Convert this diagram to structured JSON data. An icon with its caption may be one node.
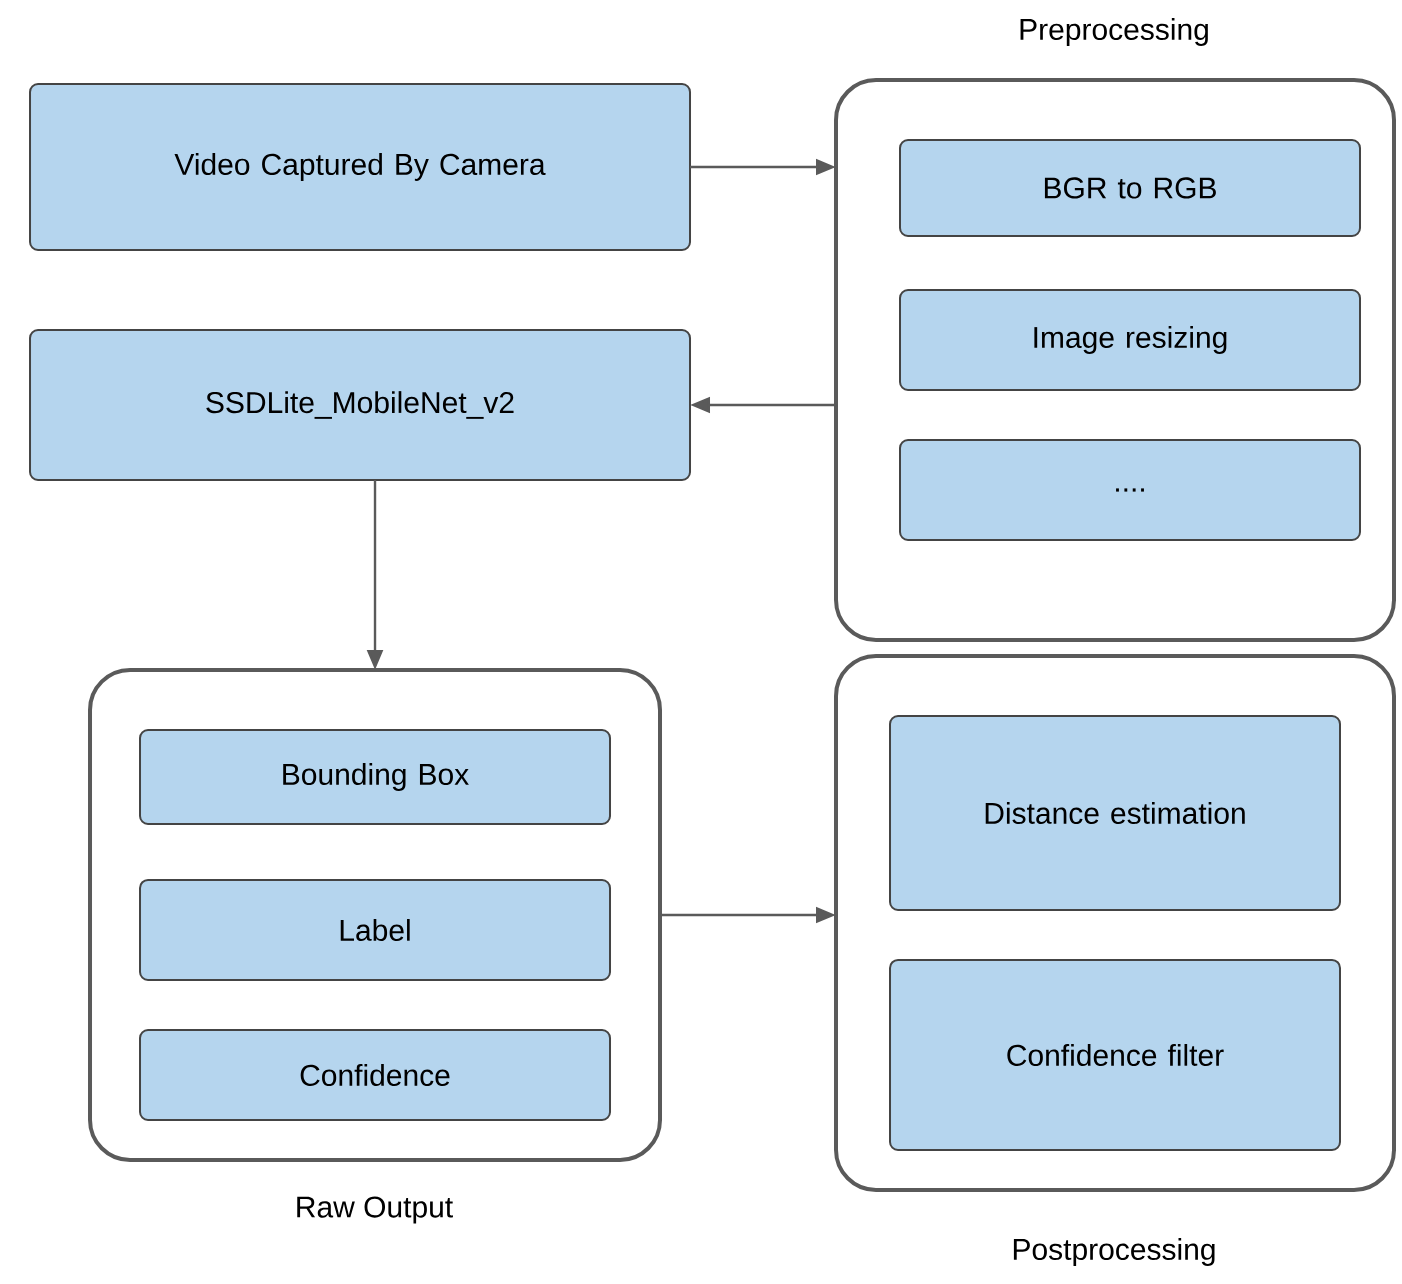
{
  "diagram": {
    "nodes": [
      {
        "text": [
          "Video Captured By Camera"
        ]
      },
      {
        "text": [
          "Preprocessing"
        ]
      },
      {
        "text": [
          "BGR to RGB"
        ],
        "in": 1
      },
      {
        "text": [
          "Image resizing"
        ],
        "in": 1
      },
      {
        "text": [
          "...."
        ],
        "in": 1
      },
      {
        "text": [
          "SSDLite_MobileNet_v2"
        ]
      },
      {
        "text": [
          "Raw Output"
        ]
      },
      {
        "text": [
          "Bounding Box"
        ],
        "in": 6
      },
      {
        "text": [
          "Label"
        ],
        "in": 6
      },
      {
        "text": [
          "Confidence"
        ],
        "in": 6
      },
      {
        "text": [
          "Postprocessing"
        ]
      },
      {
        "text": [
          "Distance estimation"
        ],
        "in": 10
      },
      {
        "text": [
          "Confidence filter"
        ],
        "in": 10
      }
    ],
    "edges": [
      {
        "from": 0,
        "to": 1,
        "arrow": "to"
      },
      {
        "from": 1,
        "to": 5,
        "arrow": "to"
      },
      {
        "from": 5,
        "to": 6,
        "arrow": "to"
      },
      {
        "from": 6,
        "to": 10,
        "arrow": "to"
      }
    ]
  }
}
